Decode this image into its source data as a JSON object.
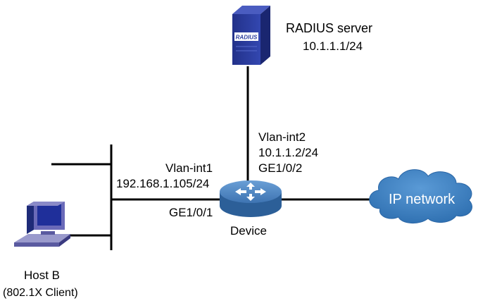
{
  "radius_server": {
    "name": "RADIUS server",
    "ip": "10.1.1.1/24",
    "badge": "RADIUS",
    "icon": "server-icon"
  },
  "device": {
    "name": "Device",
    "icon": "router-icon",
    "vlan_int2": {
      "name": "Vlan-int2",
      "ip": "10.1.1.2/24",
      "port": "GE1/0/2"
    },
    "vlan_int1": {
      "name": "Vlan-int1",
      "ip": "192.168.1.105/24",
      "port": "GE1/0/1"
    }
  },
  "ip_network": {
    "label": "IP network",
    "icon": "cloud-icon"
  },
  "host": {
    "name": "Host B",
    "role": "(802.1X Client)",
    "icon": "computer-icon"
  },
  "colors": {
    "cloud_fill": "#3a7fc0",
    "server_fill": "#2d3f9e",
    "router_fill": "#3d79b8",
    "link": "#000000"
  }
}
